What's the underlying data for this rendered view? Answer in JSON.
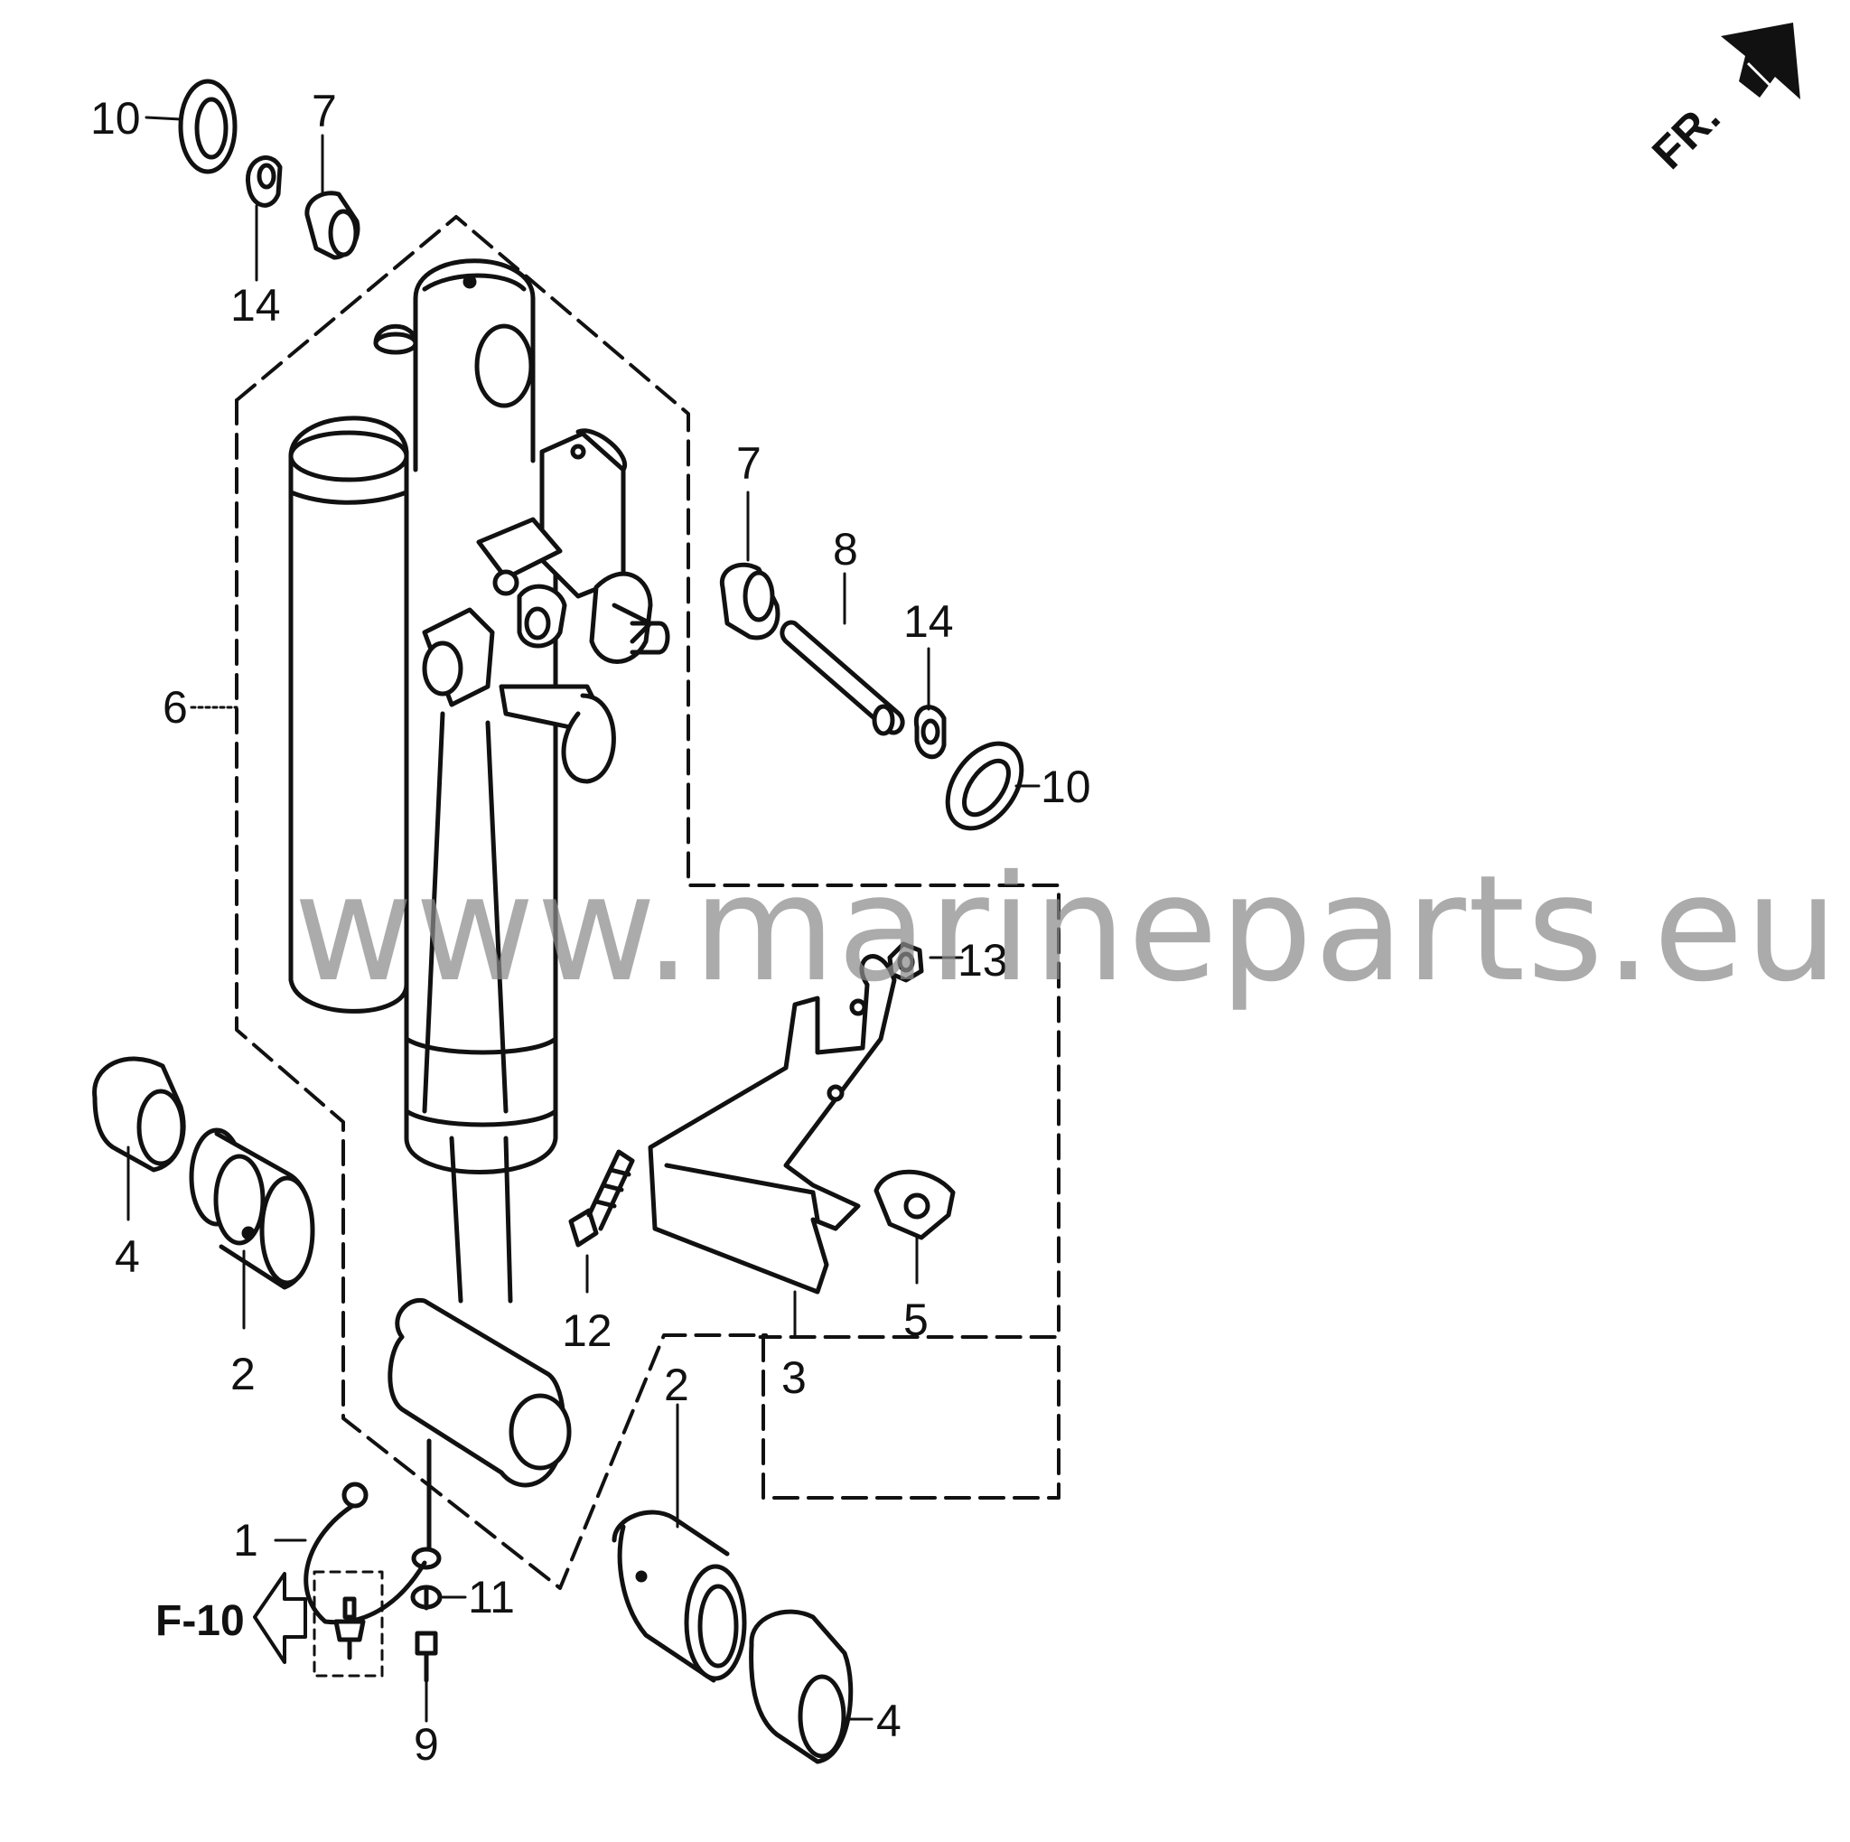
{
  "direction_label": "FR.",
  "reference_label": "F-10",
  "watermark": "www.marineparts.eu",
  "callouts": {
    "c1": "1",
    "c2a": "2",
    "c2b": "2",
    "c3": "3",
    "c4a": "4",
    "c4b": "4",
    "c5": "5",
    "c6": "6",
    "c7a": "7",
    "c7b": "7",
    "c8": "8",
    "c9": "9",
    "c10a": "10",
    "c10b": "10",
    "c11": "11",
    "c12": "12",
    "c13": "13",
    "c14a": "14",
    "c14b": "14"
  }
}
